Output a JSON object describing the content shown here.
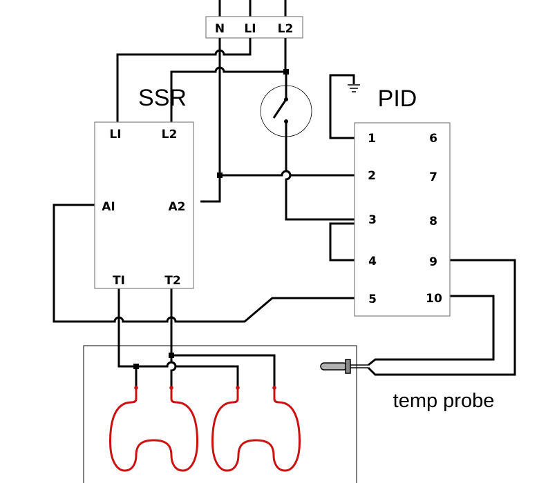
{
  "supply_terminal": {
    "labels": [
      "N",
      "LI",
      "L2"
    ]
  },
  "ssr": {
    "title": "SSR",
    "terminals": {
      "l1": "LI",
      "l2": "L2",
      "a1": "AI",
      "a2": "A2",
      "t1": "TI",
      "t2": "T2"
    }
  },
  "pid": {
    "title": "PID",
    "left_pins": [
      "1",
      "2",
      "3",
      "4",
      "5"
    ],
    "right_pins": [
      "6",
      "7",
      "8",
      "9",
      "10"
    ]
  },
  "probe": {
    "label": "temp probe"
  },
  "colors": {
    "wire": "#000000",
    "heating_element": "#cc1111",
    "box_outline": "#888888",
    "probe": "#b0b0b0"
  },
  "icons": [
    "ground-icon",
    "switch-icon",
    "temperature-probe-icon",
    "heating-element-icon"
  ]
}
